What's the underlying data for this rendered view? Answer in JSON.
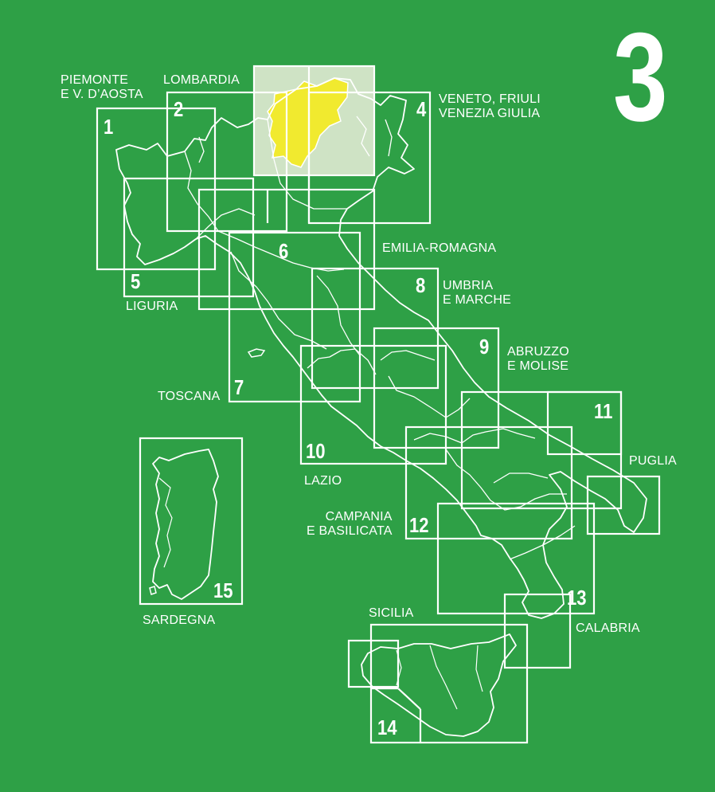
{
  "page_number": "3",
  "colors": {
    "background": "#2ea046",
    "lines": "#ffffff",
    "highlight_region": "#f1ea2f",
    "highlight_box_fill": "#cfe3c5"
  },
  "highlighted_region": "Trentino-Alto Adige",
  "sheets": [
    {
      "id": "sheet-1",
      "number": "1"
    },
    {
      "id": "sheet-2",
      "number": "2"
    },
    {
      "id": "sheet-3",
      "number": ""
    },
    {
      "id": "sheet-4",
      "number": "4"
    },
    {
      "id": "sheet-5",
      "number": "5"
    },
    {
      "id": "sheet-6",
      "number": "6"
    },
    {
      "id": "sheet-7",
      "number": "7"
    },
    {
      "id": "sheet-8",
      "number": "8"
    },
    {
      "id": "sheet-9",
      "number": "9"
    },
    {
      "id": "sheet-10",
      "number": "10"
    },
    {
      "id": "sheet-11",
      "number": "11"
    },
    {
      "id": "sheet-12",
      "number": "12"
    },
    {
      "id": "sheet-13",
      "number": "13"
    },
    {
      "id": "sheet-14",
      "number": "14"
    },
    {
      "id": "sheet-15",
      "number": "15"
    }
  ],
  "regions": {
    "piemonte": {
      "line1": "PIEMONTE",
      "line2": "E V. D’AOSTA"
    },
    "lombardia": {
      "line1": "LOMBARDIA"
    },
    "veneto": {
      "line1": "VENETO, FRIULI",
      "line2": "VENEZIA GIULIA"
    },
    "emilia": {
      "line1": "EMILIA-ROMAGNA"
    },
    "umbria": {
      "line1": "UMBRIA",
      "line2": "E MARCHE"
    },
    "liguria": {
      "line1": "LIGURIA"
    },
    "abruzzo": {
      "line1": "ABRUZZO",
      "line2": "E MOLISE"
    },
    "toscana": {
      "line1": "TOSCANA"
    },
    "lazio": {
      "line1": "LAZIO"
    },
    "puglia": {
      "line1": "PUGLIA"
    },
    "campania": {
      "line1": "CAMPANIA",
      "line2": "E BASILICATA"
    },
    "sardegna": {
      "line1": "SARDEGNA"
    },
    "sicilia": {
      "line1": "SICILIA"
    },
    "calabria": {
      "line1": "CALABRIA"
    }
  }
}
